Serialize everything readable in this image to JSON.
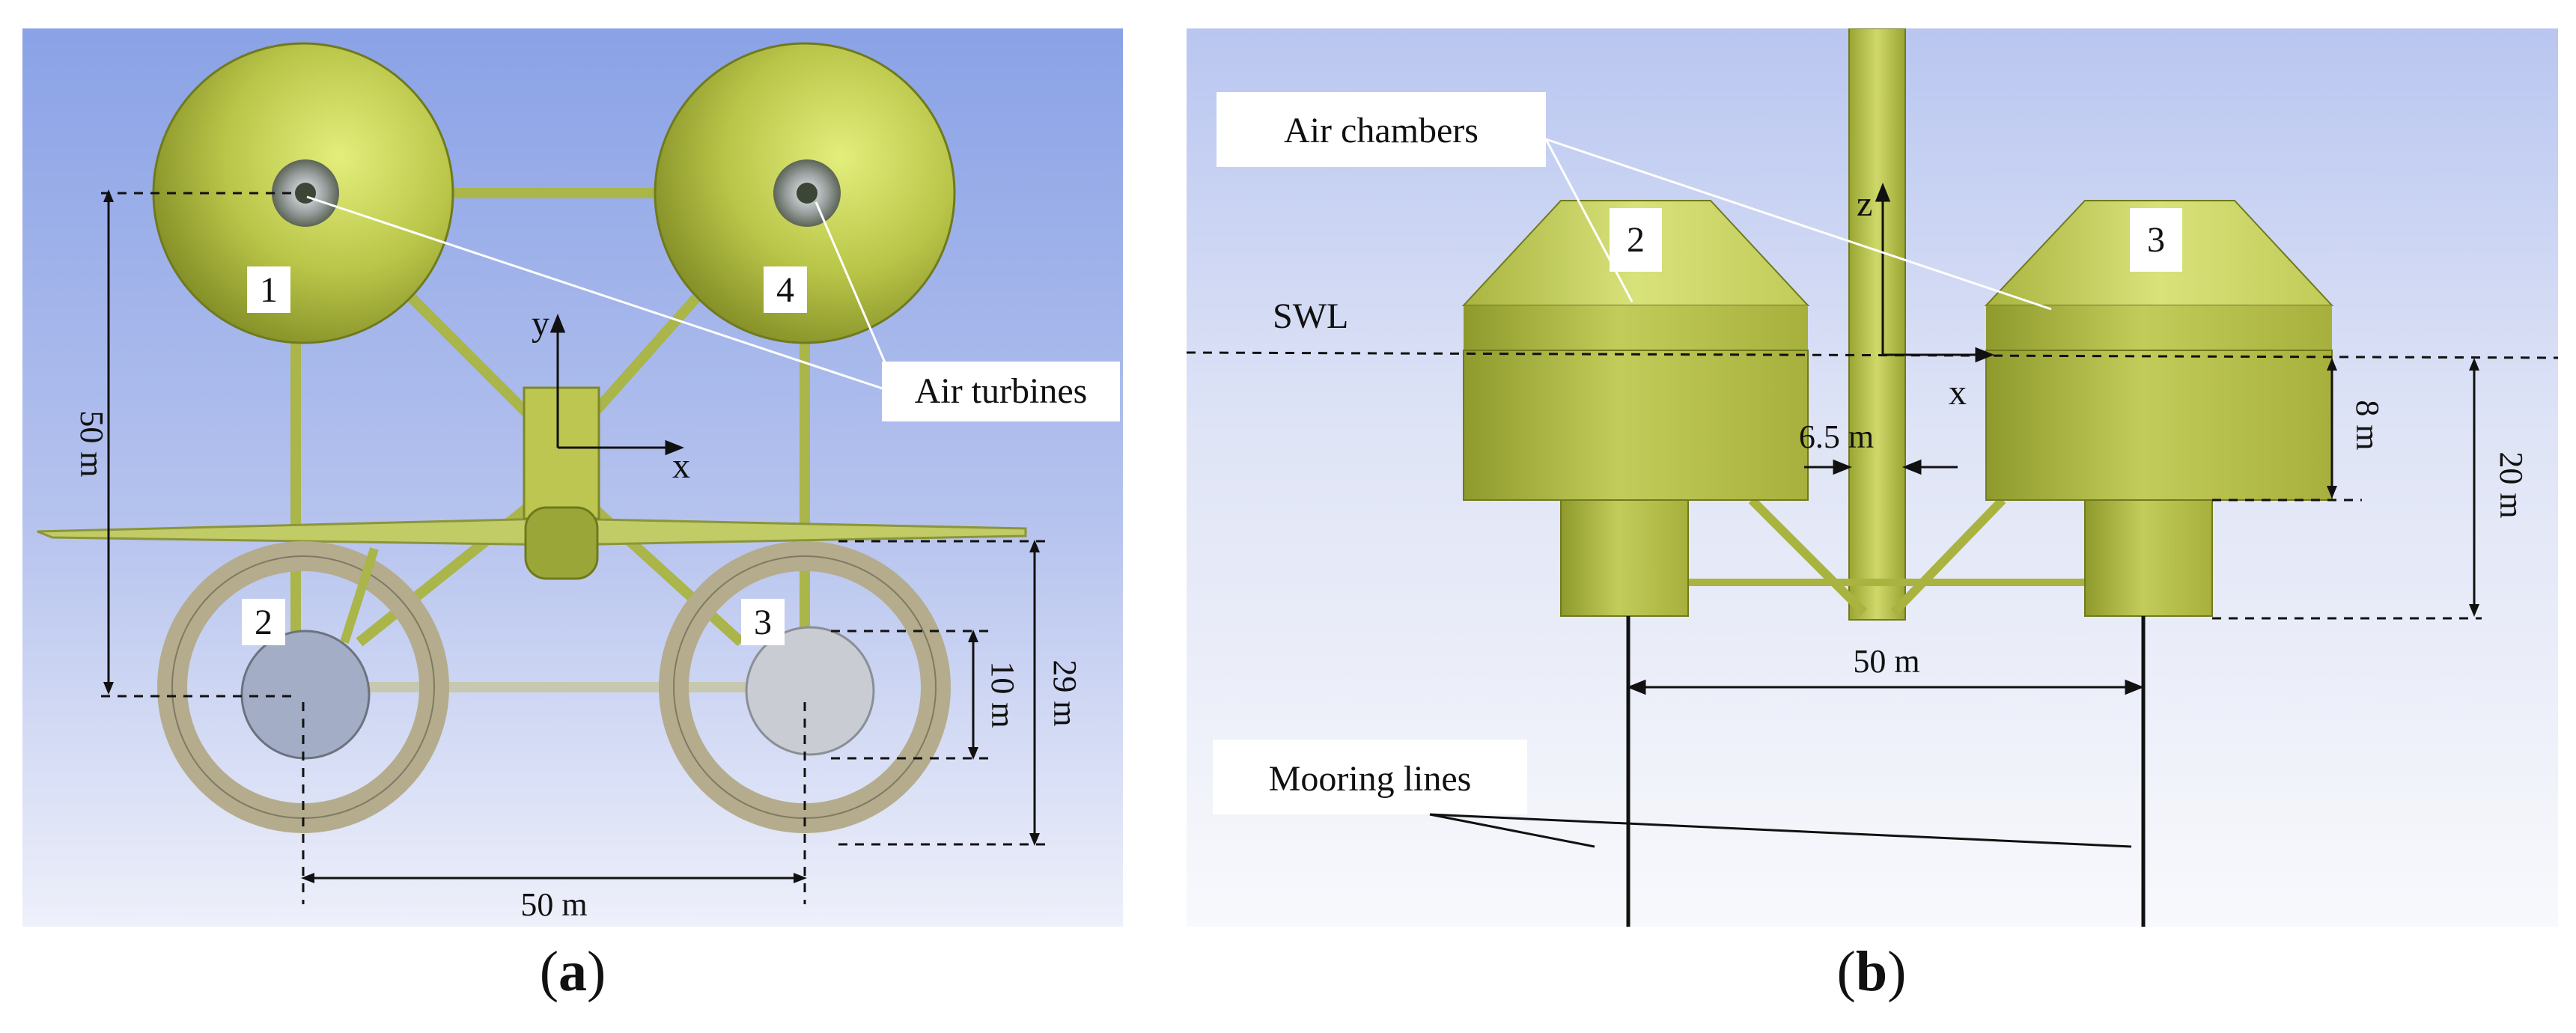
{
  "panel_a": {
    "caption_letter": "a",
    "chamber_labels": [
      "1",
      "4",
      "2",
      "3"
    ],
    "axis_x": "x",
    "axis_y": "y",
    "callout": "Air turbines",
    "dim_vertical_left": "50 m",
    "dim_horizontal_bottom": "50 m",
    "dim_inner": "10 m",
    "dim_right": "29 m"
  },
  "panel_b": {
    "caption_letter": "b",
    "chamber_labels": [
      "2",
      "3"
    ],
    "callout_chambers": "Air chambers",
    "swl": "SWL",
    "axis_z": "z",
    "axis_x": "x",
    "dim_column": "6.5 m",
    "dim_draft_upper": "8 m",
    "dim_draft_total": "20 m",
    "dim_spacing": "50 m",
    "callout_mooring": "Mooring lines"
  },
  "colors": {
    "sky_top": "#8ea5e6",
    "sky_bottom": "#f2f4fb",
    "hull_light": "#d4e070",
    "hull_dark": "#8c9b2a",
    "ring": "#b5ad8c"
  }
}
